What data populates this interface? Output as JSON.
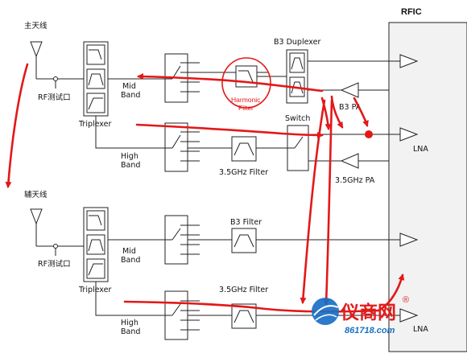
{
  "colors": {
    "line": "#222222",
    "rfic_fill": "#f2f2f2",
    "red_path": "#e31818",
    "logo_blue": "#1a6fc4",
    "logo_red": "#e11d1d"
  },
  "rfic": {
    "title": "RFIC"
  },
  "labels": {
    "main_antenna": "主天线",
    "aux_antenna": "辅天线",
    "rf_test_port": "RF测试口",
    "triplexer": "Triplexer",
    "mid_band_line1": "Mid",
    "mid_band_line2": "Band",
    "high_band_line1": "High",
    "high_band_line2": "Band",
    "b3_duplexer": "B3 Duplexer",
    "harmonic_filter_line1": "Harmonic",
    "harmonic_filter_line2": "Filter",
    "switch": "Switch",
    "b3_pa": "B3 PA",
    "lna": "LNA",
    "pa_35": "3.5GHz PA",
    "filter_35": "3.5GHz Filter",
    "b3_filter": "B3 Filter"
  },
  "watermark": {
    "brand": "仪商网",
    "registered": "®",
    "url": "861718.com"
  }
}
